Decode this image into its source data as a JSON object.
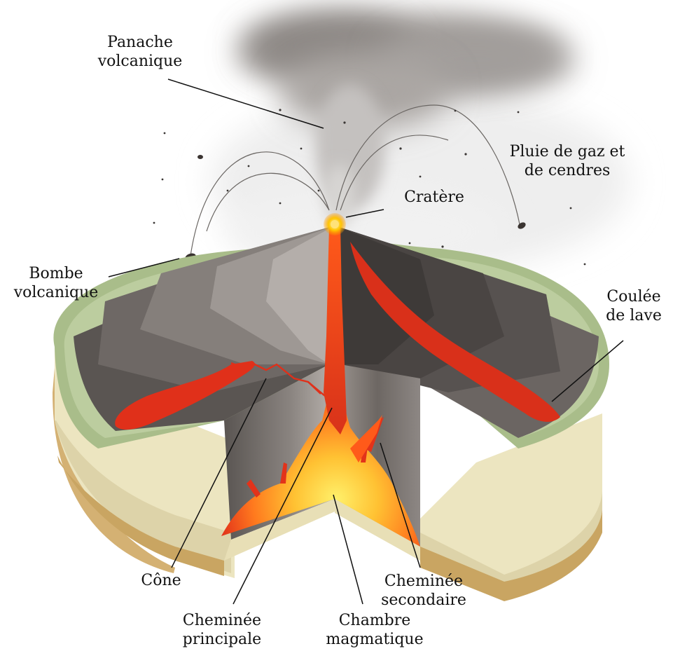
{
  "labels": {
    "panache": {
      "line1": "Panache",
      "line2": "volcanique"
    },
    "pluie": {
      "line1": "Pluie de gaz et",
      "line2": "de cendres"
    },
    "cratere": {
      "line1": "Cratère"
    },
    "bombe": {
      "line1": "Bombe",
      "line2": "volcanique"
    },
    "coulee": {
      "line1": "Coulée",
      "line2": "de lave"
    },
    "cone": {
      "line1": "Cône"
    },
    "cheminee_secondaire": {
      "line1": "Cheminée",
      "line2": "secondaire"
    },
    "cheminee_principale": {
      "line1": "Cheminée",
      "line2": "principale"
    },
    "chambre": {
      "line1": "Chambre",
      "line2": "magmatique"
    }
  },
  "colors": {
    "ash": "#8a8582",
    "grass": "#a9bd8a",
    "lava": "#e0301a",
    "magma_core": "#ffd43a",
    "soil_light": "#ece6c2",
    "soil_dark": "#c9a562",
    "rock_dark": "#3e3a38"
  }
}
